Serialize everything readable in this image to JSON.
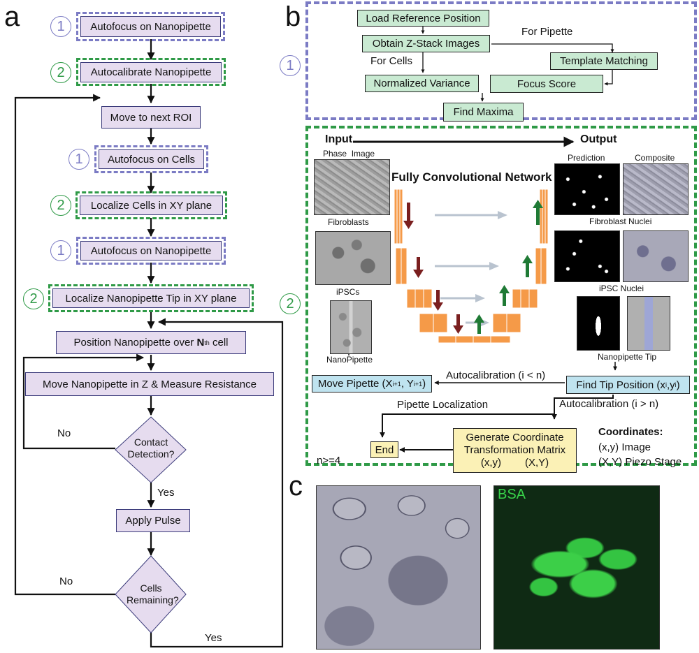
{
  "panels": {
    "a": "a",
    "b": "b",
    "c": "c"
  },
  "markers": {
    "one": "1",
    "two": "2"
  },
  "flow_a": {
    "steps": {
      "autofocus_pipette_1": "Autofocus on Nanopipette",
      "autocalibrate": "Autocalibrate Nanopipette",
      "next_roi": "Move to next ROI",
      "autofocus_cells": "Autofocus on Cells",
      "localize_cells": "Localize Cells in XY plane",
      "autofocus_pipette_2": "Autofocus on Nanopipette",
      "localize_tip": "Localize Nanopipette Tip in XY plane",
      "position_prefix": "Position Nanopipette over ",
      "position_n": "N",
      "position_sup": "th",
      "position_suffix": " cell",
      "move_z": "Move Nanopipette in Z & Measure Resistance",
      "apply_pulse": "Apply Pulse"
    },
    "decisions": {
      "contact_l1": "Contact",
      "contact_l2": "Detection?",
      "cells_l1": "Cells",
      "cells_l2": "Remaining?"
    },
    "labels": {
      "no1": "No",
      "yes1": "Yes",
      "no2": "No",
      "yes2": "Yes"
    }
  },
  "panel_b_top": {
    "load_ref": "Load Reference Position",
    "zstack": "Obtain Z-Stack Images",
    "for_pipette": "For Pipette",
    "for_cells": "For Cells",
    "template": "Template Matching",
    "norm_var": "Normalized Variance",
    "focus_score": "Focus Score",
    "find_max": "Find Maxima"
  },
  "panel_b_bottom": {
    "input": "Input",
    "output": "Output",
    "phase_image": "Phase  Image",
    "fcn": "Fully Convolutional Network",
    "prediction": "Prediction",
    "composite": "Composite",
    "fibroblasts": "Fibroblasts",
    "fibroblast_nuclei": "Fibroblast Nuclei",
    "ipscs": "iPSCs",
    "ipsc_nuclei": "iPSC Nuclei",
    "nanopipette": "NanoPipette",
    "nanopipette_tip": "Nanopipette Tip",
    "move_pipette": "Move Pipette (X",
    "move_sub1": "i+1",
    "move_mid": ", Y",
    "move_sub2": "i+1",
    "move_end": ")",
    "autocal_lt": "Autocalibration (i < n)",
    "find_tip": "Find Tip Position (x",
    "tip_sub1": "i",
    "tip_mid": ",y",
    "tip_sub2": "i",
    "tip_end": ")",
    "pipette_loc": "Pipette Localization",
    "autocal_gt": "Autocalibration (i > n)",
    "gen_l1": "Generate Coordinate",
    "gen_l2": "Transformation Matrix",
    "gen_l3_a": "(x,y)",
    "gen_l3_b": "(X,Y)",
    "end": "End",
    "coords_title": "Coordinates:",
    "coords_1": "(x,y) Image",
    "coords_2": "(X,Y) Piezo Stage",
    "n_cond": "n>=4"
  },
  "panel_c": {
    "bsa": "BSA"
  },
  "colors": {
    "purple_box": "#e6dcef",
    "blue_dash": "#7b7bc4",
    "green_dash": "#2f9a47",
    "green_box": "#c9ead2",
    "cyan_box": "#bfe3ef",
    "yellow_box": "#fbf1b6",
    "unet_orange": "#f59a48",
    "down_arrow": "#7a1f1f",
    "up_arrow": "#1f7a35",
    "skip_arrow": "#b9c3cf",
    "bsa_green": "#38d34a"
  }
}
